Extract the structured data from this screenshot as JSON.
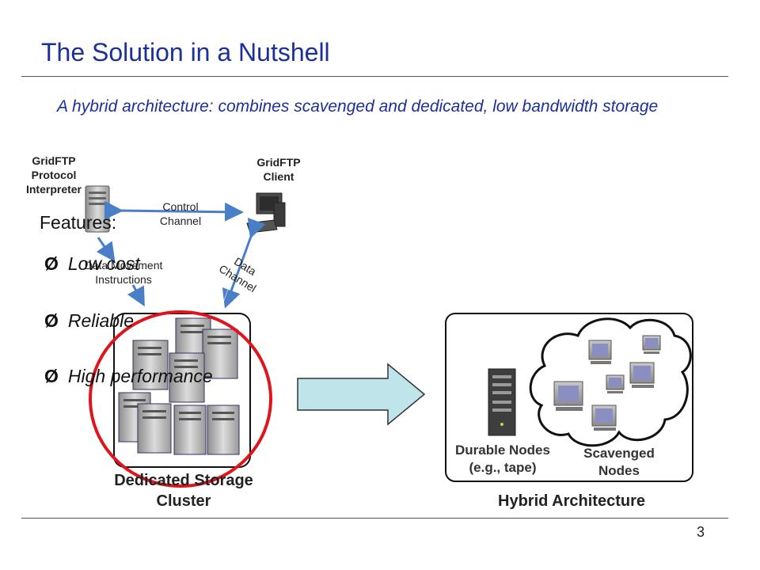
{
  "title": "The Solution in a Nutshell",
  "subtitle": "A hybrid architecture: combines scavenged and dedicated, low bandwidth storage",
  "diagram": {
    "protocol_interpreter_line1": "GridFTP",
    "protocol_interpreter_line2": "Protocol",
    "protocol_interpreter_line3": "Interpreter",
    "client_line1": "GridFTP",
    "client_line2": "Client",
    "control_channel_line1": "Control",
    "control_channel_line2": "Channel",
    "data_movement_line1": "Data Movement",
    "data_movement_line2": "Instructions",
    "data_channel_line1": "Data",
    "data_channel_line2": "Channel",
    "dedicated_cluster_line1": "Dedicated Storage",
    "dedicated_cluster_line2": "Cluster",
    "durable_nodes_line1": "Durable Nodes",
    "durable_nodes_line2": "(e.g., tape)",
    "scavenged_nodes_line1": "Scavenged",
    "scavenged_nodes_line2": "Nodes",
    "hybrid_caption": "Hybrid Architecture"
  },
  "features": {
    "heading": "Features:",
    "bullet": "Ø",
    "items": [
      "Low cost",
      "Reliable",
      "High performance"
    ]
  },
  "page_number": "3",
  "colors": {
    "title": "#1c2f9a",
    "arrow": "#4a7fc8",
    "circle": "#e0141c",
    "big_arrow_fill": "#bfe4ea"
  }
}
